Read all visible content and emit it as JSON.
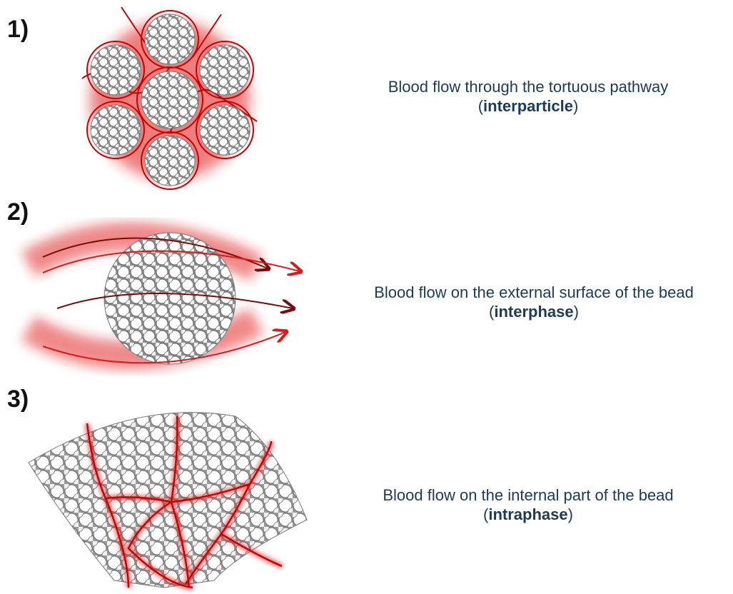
{
  "panels": [
    {
      "number": "1)",
      "caption_line1": "Blood flow through the tortuous pathway",
      "caption_open": "(",
      "caption_term": "interparticle",
      "caption_close": ")"
    },
    {
      "number": "2)",
      "caption_line1": "Blood flow on the external surface of the bead",
      "caption_open": "(",
      "caption_term": "interphase",
      "caption_close": ")"
    },
    {
      "number": "3)",
      "caption_line1": "Blood flow on the internal part of the bead",
      "caption_open": "(",
      "caption_term": "intraphase",
      "caption_close": ")"
    }
  ],
  "colors": {
    "blood": "#e01818",
    "blood_dark": "#7a0a0a",
    "bead_fill": "#ffffff",
    "bead_stroke": "#555555",
    "text": "#1d3a57"
  }
}
